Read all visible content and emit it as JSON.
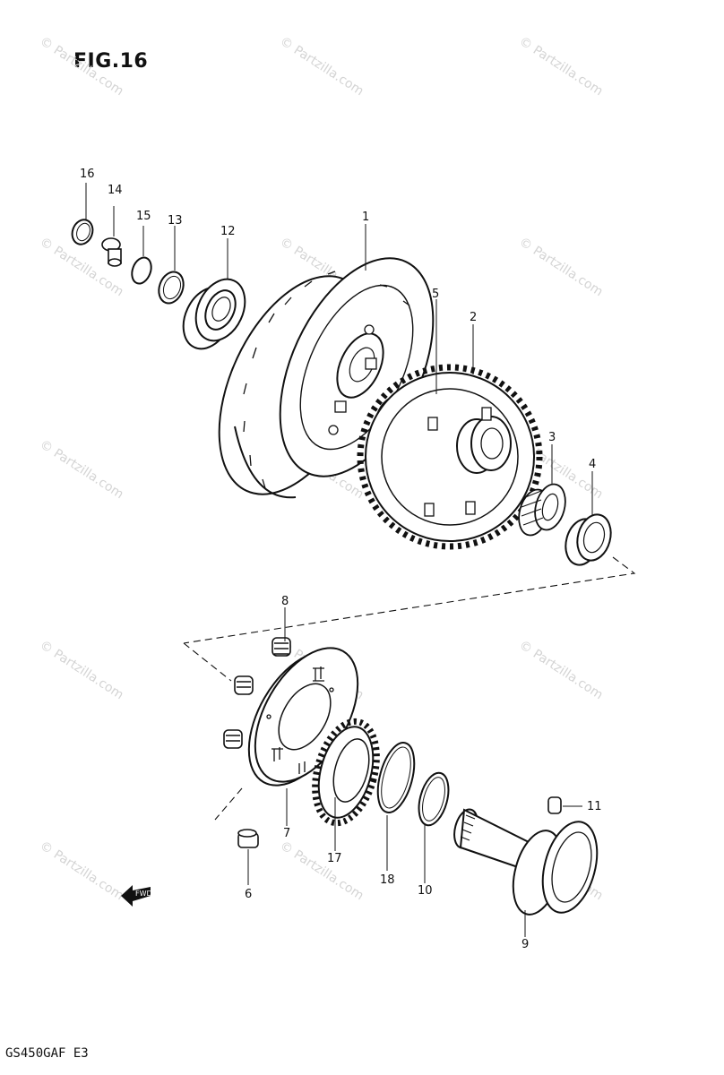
{
  "figure": {
    "title": "FIG.16",
    "model_code": "GS450GAF E3",
    "watermark_text": "© Partzilla.com",
    "front_arrow_label": "FWD",
    "ink_color": "#111111",
    "watermark_color": "#d4d4d4"
  },
  "callouts": {
    "p1": "1",
    "p2": "2",
    "p3": "3",
    "p4": "4",
    "p5": "5",
    "p6": "6",
    "p7": "7",
    "p8": "8",
    "p9": "9",
    "p10": "10",
    "p11": "11",
    "p12": "12",
    "p13": "13",
    "p14": "14",
    "p15": "15",
    "p16": "16",
    "p17": "17",
    "p18": "18"
  }
}
